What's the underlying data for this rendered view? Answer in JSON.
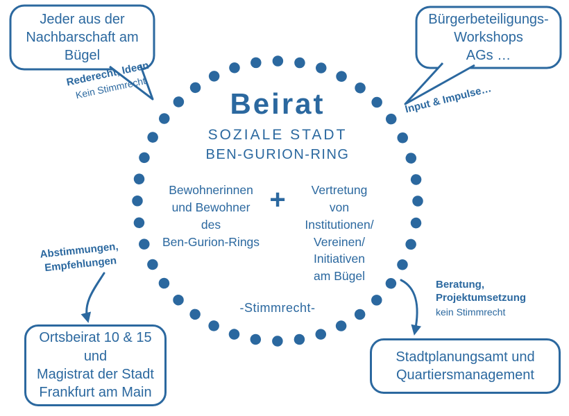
{
  "accent_color": "#2b689f",
  "bubble_top_left": {
    "text": "Jeder aus der\nNachbarschaft am\nBügel"
  },
  "note_top_left": {
    "bold": "Rederecht, Ideen",
    "normal": "Kein Stimmrecht"
  },
  "bubble_top_right": {
    "text": "Bürgerbeteiligungs-\nWorkshops\nAGs …"
  },
  "note_top_right": {
    "bold": "Input & Impulse…"
  },
  "circle": {
    "title": "Beirat",
    "subtitle_line1": "SOZIALE STADT",
    "subtitle_line2": "BEN-GURION-RING",
    "member_group_left": "Bewohnerinnen\nund Bewohner\ndes\nBen-Gurion-Rings",
    "plus_sign": "+",
    "member_group_right": "Vertretung\nvon\nInstitutionen/\nVereinen/\nInitiativen\nam Bügel",
    "voting_label": "-Stimmrecht-"
  },
  "note_bottom_left": {
    "bold": "Abstimmungen,\nEmpfehlungen"
  },
  "box_bottom_left": {
    "text": "Ortsbeirat 10 & 15\nund\nMagistrat der Stadt\nFrankfurt am Main"
  },
  "note_bottom_right": {
    "bold": "Beratung,\nProjektumsetzung",
    "normal": "kein Stimmrecht"
  },
  "box_bottom_right": {
    "text": "Stadtplanungsamt und\nQuartiersmanagement"
  }
}
